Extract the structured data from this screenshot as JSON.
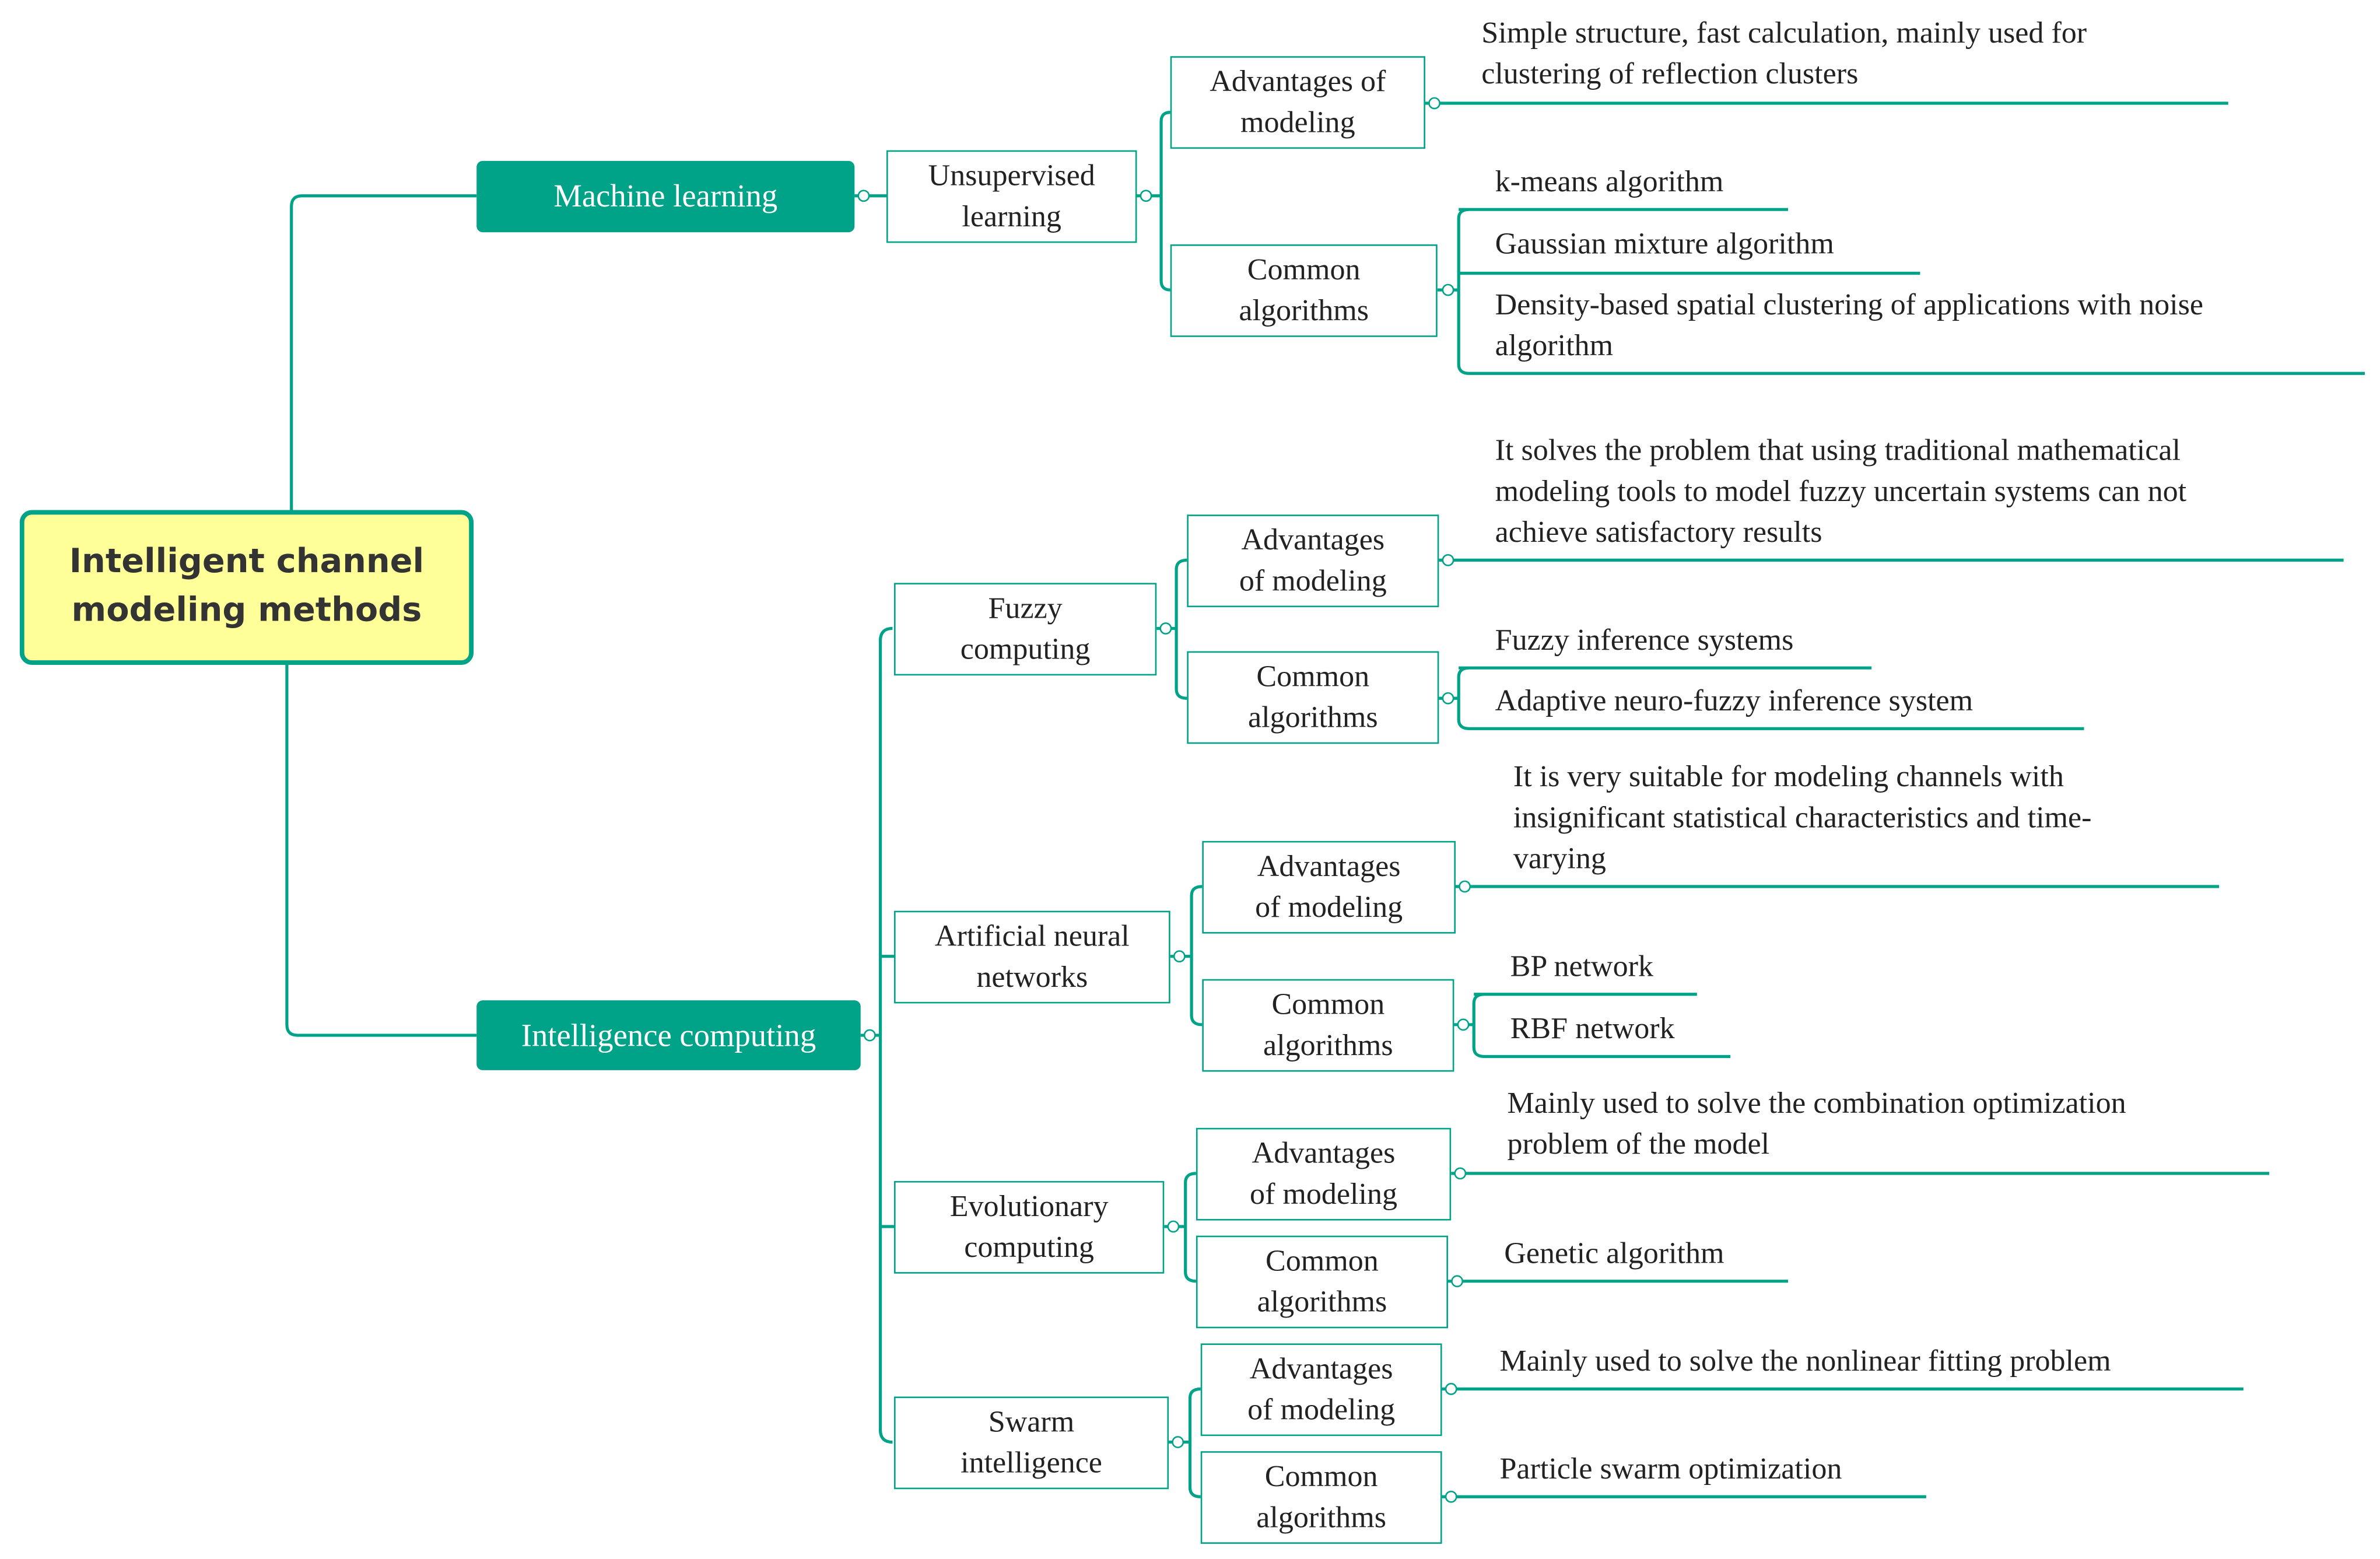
{
  "root": {
    "line1": "Intelligent channel",
    "line2": "modeling methods"
  },
  "branches": {
    "machine_learning": {
      "label": "Machine learning",
      "unsupervised": {
        "line1": "Unsupervised",
        "line2": "learning",
        "advantages": {
          "line1": "Advantages of",
          "line2": "modeling",
          "text": {
            "line1": "Simple structure, fast calculation, mainly used for",
            "line2": "clustering of reflection clusters"
          }
        },
        "common": {
          "line1": "Common",
          "line2": "algorithms",
          "items": [
            {
              "line1": "k-means algorithm"
            },
            {
              "line1": "Gaussian mixture algorithm"
            },
            {
              "line1": "Density-based spatial clustering of applications with noise",
              "line2": "algorithm"
            }
          ]
        }
      }
    },
    "intelligence_computing": {
      "label": "Intelligence computing",
      "fuzzy": {
        "line1": "Fuzzy",
        "line2": "computing",
        "advantages": {
          "line1": "Advantages",
          "line2": "of modeling",
          "text": {
            "line1": "It solves the problem that using traditional mathematical",
            "line2": "modeling tools to model fuzzy uncertain systems can not",
            "line3": "achieve satisfactory results"
          }
        },
        "common": {
          "line1": "Common",
          "line2": "algorithms",
          "items": [
            {
              "line1": "Fuzzy inference systems"
            },
            {
              "line1": "Adaptive neuro-fuzzy inference system"
            }
          ]
        }
      },
      "ann": {
        "line1": "Artificial neural",
        "line2": "networks",
        "advantages": {
          "line1": "Advantages",
          "line2": "of modeling",
          "text": {
            "line1": "It is very suitable for modeling channels with",
            "line2": "insignificant statistical characteristics and time-",
            "line3": "varying"
          }
        },
        "common": {
          "line1": "Common",
          "line2": "algorithms",
          "items": [
            {
              "line1": "BP network"
            },
            {
              "line1": "RBF network"
            }
          ]
        }
      },
      "evolutionary": {
        "line1": "Evolutionary",
        "line2": "computing",
        "advantages": {
          "line1": "Advantages",
          "line2": "of modeling",
          "text": {
            "line1": "Mainly used to solve the combination optimization",
            "line2": "problem of the model"
          }
        },
        "common": {
          "line1": "Common",
          "line2": "algorithms",
          "items": [
            {
              "line1": "Genetic algorithm"
            }
          ]
        }
      },
      "swarm": {
        "line1": "Swarm",
        "line2": "intelligence",
        "advantages": {
          "line1": "Advantages",
          "line2": "of modeling",
          "text": {
            "line1": "Mainly used to solve the nonlinear fitting problem"
          }
        },
        "common": {
          "line1": "Common",
          "line2": "algorithms",
          "items": [
            {
              "line1": "Particle swarm optimization"
            }
          ]
        }
      }
    }
  },
  "colors": {
    "accent": "#00a387",
    "root_fill": "#ffff99",
    "text": "#222222"
  }
}
